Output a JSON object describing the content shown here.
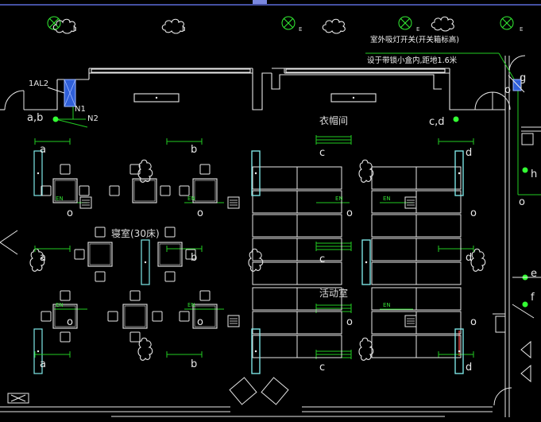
{
  "drawing": {
    "panel_label": "1AL2",
    "circuit_panel": "a,b",
    "circuit_cd": "c,d",
    "neutral_1": "N1",
    "neutral_2": "N2",
    "note_line1": "室外吸灯开关(开关箱标高)",
    "note_line2": "设于带锁小盒内,距地1.6米",
    "rooms": {
      "cloak": "衣帽间",
      "bedroom": "寝室(30床)",
      "activity": "活动室"
    },
    "circuit_labels": {
      "a": "a",
      "b": "b",
      "c": "c",
      "d": "d",
      "e": "e",
      "f": "f",
      "g": "g",
      "h": "h"
    },
    "outlet_letter": "o",
    "fan_tag": "EN",
    "exhaust_tag": "E",
    "colors": {
      "background": "#000000",
      "wall": "#e8e8e8",
      "fixture": "#7fe8e8",
      "wire": "#22cc22",
      "node": "#33ff33",
      "panel": "#4f86ff"
    }
  }
}
